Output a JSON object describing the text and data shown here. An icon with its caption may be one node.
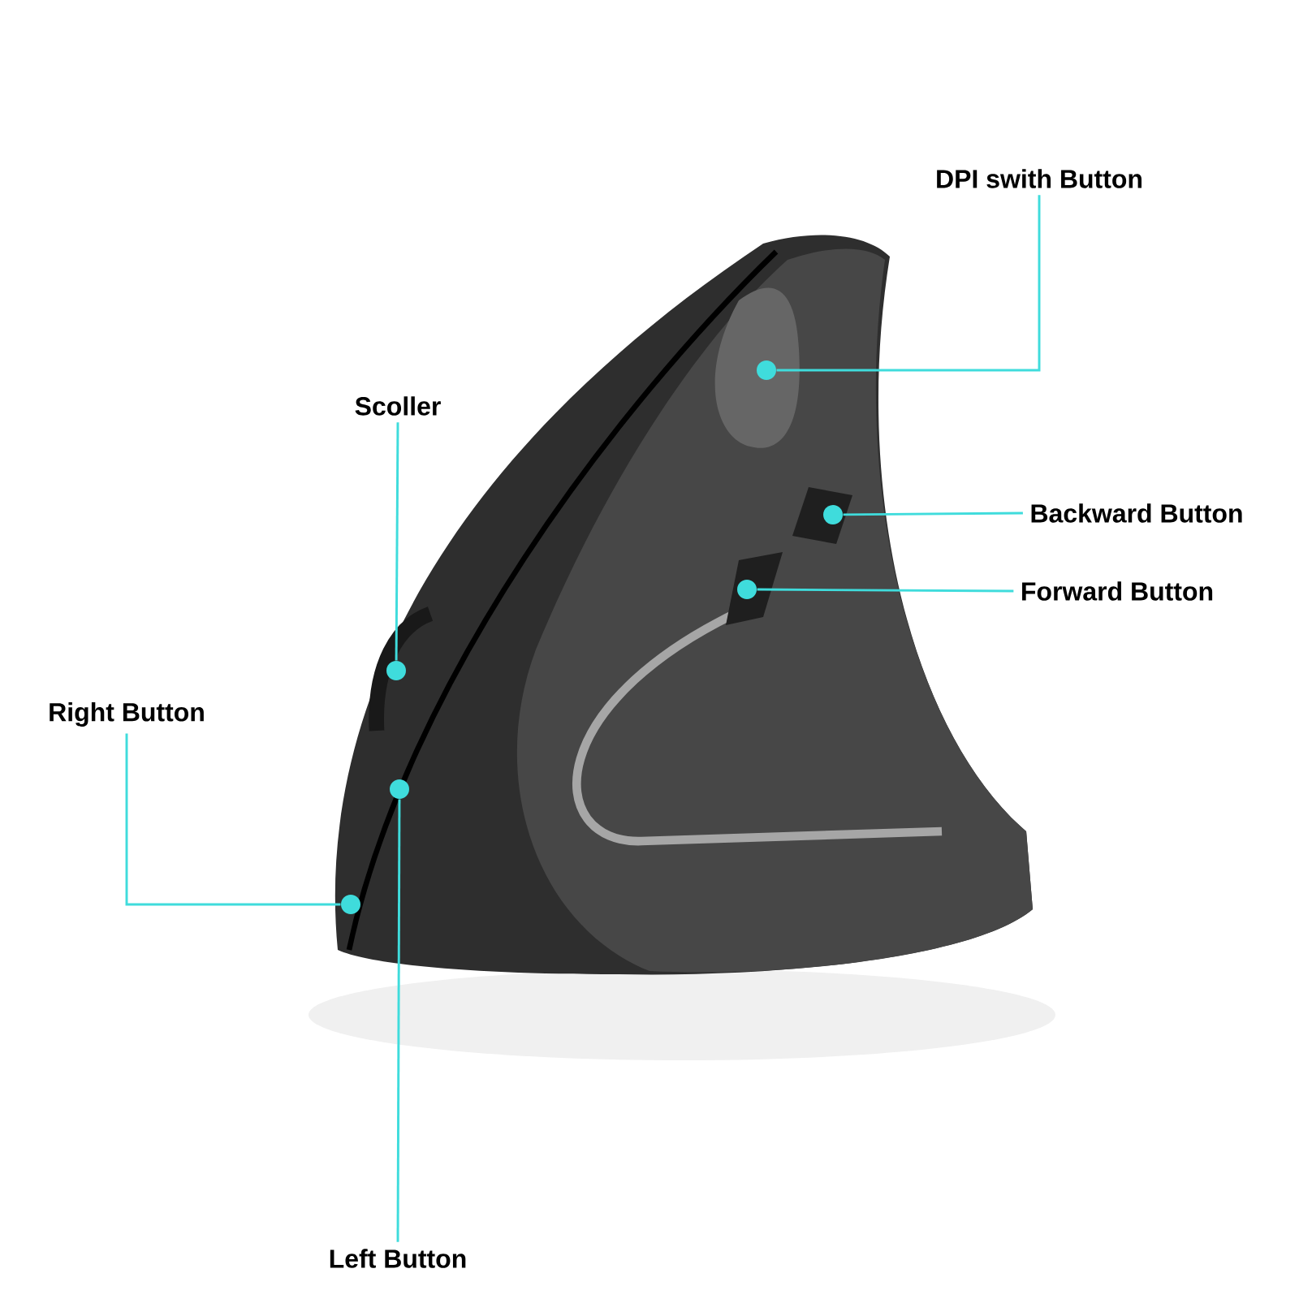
{
  "diagram": {
    "nodes": [
      {
        "text": [
          "DPI swith Button"
        ]
      },
      {
        "text": [],
        "shape": "circle"
      },
      {
        "text": [
          "Scoller"
        ]
      },
      {
        "text": [],
        "shape": "circle"
      },
      {
        "text": [
          "Backward Button"
        ]
      },
      {
        "text": [],
        "shape": "circle"
      },
      {
        "text": [
          "Forward Button"
        ]
      },
      {
        "text": [],
        "shape": "circle"
      },
      {
        "text": [
          "Right Button"
        ]
      },
      {
        "text": [],
        "shape": "circle"
      },
      {
        "text": [
          "Left Button"
        ]
      },
      {
        "text": [],
        "shape": "circle"
      }
    ],
    "edges": [
      {
        "from": 0,
        "to": 1,
        "arrow": "none"
      },
      {
        "from": 2,
        "to": 3,
        "arrow": "none"
      },
      {
        "from": 4,
        "to": 5,
        "arrow": "none"
      },
      {
        "from": 6,
        "to": 7,
        "arrow": "none"
      },
      {
        "from": 8,
        "to": 9,
        "arrow": "none"
      },
      {
        "from": 10,
        "to": 11,
        "arrow": "none"
      }
    ]
  }
}
